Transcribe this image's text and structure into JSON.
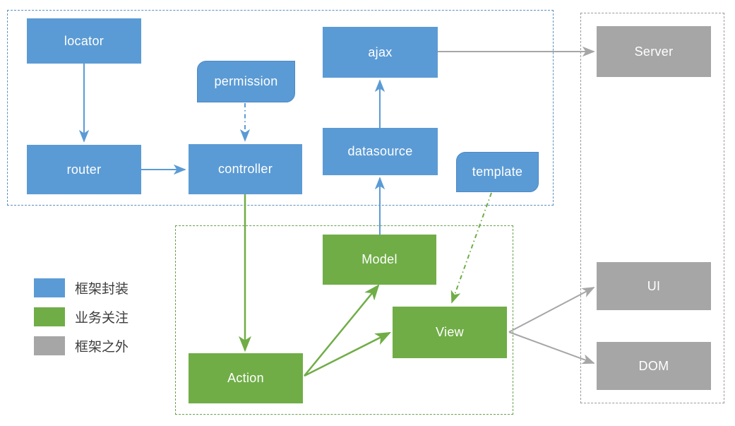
{
  "colors": {
    "framework_blue": "#5b9bd5",
    "business_green": "#70ad47",
    "external_gray": "#a6a6a6",
    "blue_group_border": "#5b8fc0",
    "green_group_border": "#67a04e",
    "gray_group_border": "#9a9a9a"
  },
  "diagram": {
    "nodes": {
      "locator": {
        "label": "locator",
        "category": "framework"
      },
      "permission": {
        "label": "permission",
        "category": "framework",
        "shape": "diagonal-rounded-card"
      },
      "router": {
        "label": "router",
        "category": "framework"
      },
      "controller": {
        "label": "controller",
        "category": "framework"
      },
      "ajax": {
        "label": "ajax",
        "category": "framework"
      },
      "datasource": {
        "label": "datasource",
        "category": "framework"
      },
      "template": {
        "label": "template",
        "category": "framework",
        "shape": "diagonal-rounded-card"
      },
      "model": {
        "label": "Model",
        "category": "business"
      },
      "view": {
        "label": "View",
        "category": "business"
      },
      "action": {
        "label": "Action",
        "category": "business"
      },
      "server": {
        "label": "Server",
        "category": "external"
      },
      "ui": {
        "label": "UI",
        "category": "external"
      },
      "dom": {
        "label": "DOM",
        "category": "external"
      }
    },
    "edges": [
      {
        "from": "locator",
        "to": "router",
        "line": "solid",
        "color": "#5b9bd5"
      },
      {
        "from": "permission",
        "to": "controller",
        "line": "dash-dot",
        "color": "#5b9bd5"
      },
      {
        "from": "router",
        "to": "controller",
        "line": "solid",
        "color": "#5b9bd5"
      },
      {
        "from": "datasource",
        "to": "ajax",
        "line": "solid",
        "color": "#5b9bd5"
      },
      {
        "from": "model",
        "to": "datasource",
        "line": "solid",
        "color": "#5b9bd5"
      },
      {
        "from": "ajax",
        "to": "server",
        "line": "solid",
        "color": "#a6a6a6"
      },
      {
        "from": "controller",
        "to": "action",
        "line": "solid",
        "color": "#70ad47"
      },
      {
        "from": "action",
        "to": "model",
        "line": "solid",
        "color": "#70ad47"
      },
      {
        "from": "action",
        "to": "view",
        "line": "solid",
        "color": "#70ad47"
      },
      {
        "from": "template",
        "to": "view",
        "line": "dash-dot",
        "color": "#70ad47"
      },
      {
        "from": "view",
        "to": "ui",
        "line": "solid",
        "color": "#a6a6a6"
      },
      {
        "from": "view",
        "to": "dom",
        "line": "solid",
        "color": "#a6a6a6"
      }
    ]
  },
  "legend": {
    "items": [
      {
        "label": "框架封装",
        "color": "#5b9bd5"
      },
      {
        "label": "业务关注",
        "color": "#70ad47"
      },
      {
        "label": "框架之外",
        "color": "#a6a6a6"
      }
    ]
  }
}
